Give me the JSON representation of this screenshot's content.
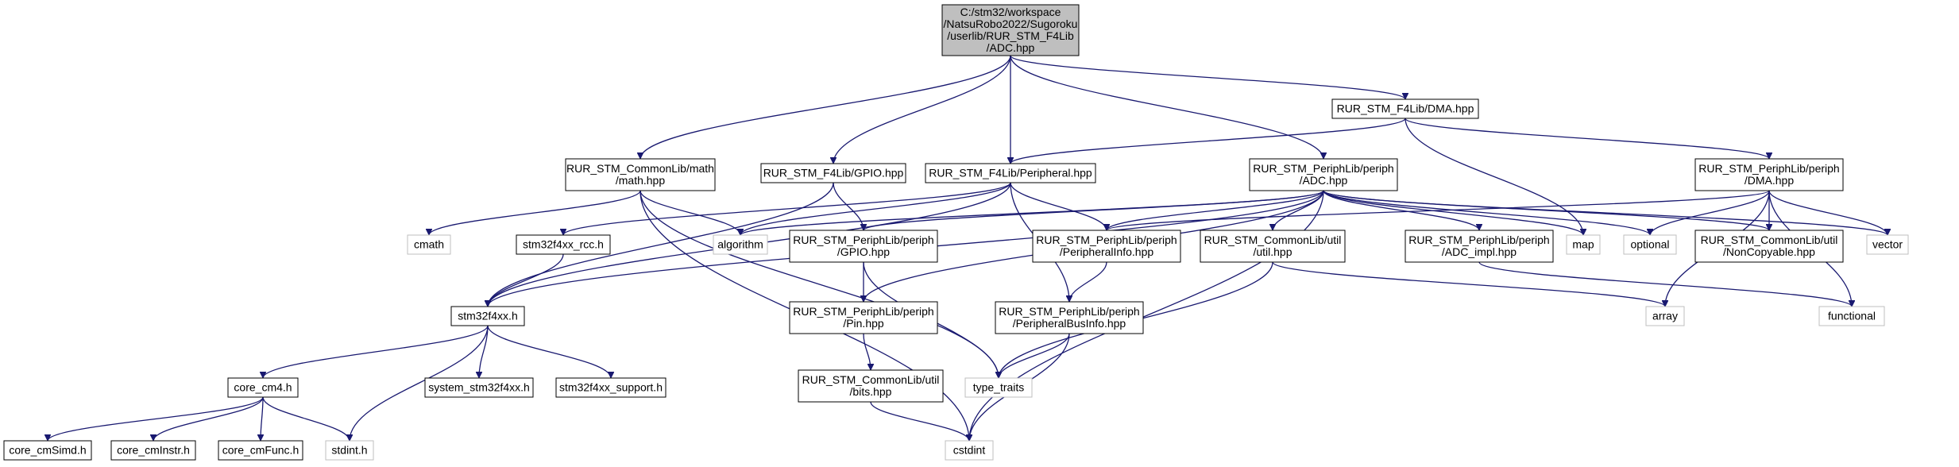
{
  "graph": {
    "title": "",
    "colors": {
      "edge": "#191970",
      "root_fill": "#bfbfbf",
      "box_border": "#000000",
      "external_border": "#bfbfbf",
      "text": "#000000"
    },
    "nodes": [
      {
        "id": "root",
        "lines": [
          "C:/stm32/workspace",
          "/NatsuRobo2022/Sugoroku",
          "/userlib/RUR_STM_F4Lib",
          "/ADC.hpp"
        ],
        "style": "root"
      },
      {
        "id": "dma_hpp",
        "lines": [
          "RUR_STM_F4Lib/DMA.hpp"
        ],
        "style": "box"
      },
      {
        "id": "math_hpp",
        "lines": [
          "RUR_STM_CommonLib/math",
          "/math.hpp"
        ],
        "style": "box"
      },
      {
        "id": "gpio_hpp",
        "lines": [
          "RUR_STM_F4Lib/GPIO.hpp"
        ],
        "style": "box"
      },
      {
        "id": "peripheral_hpp",
        "lines": [
          "RUR_STM_F4Lib/Peripheral.hpp"
        ],
        "style": "box"
      },
      {
        "id": "periph_adc_hpp",
        "lines": [
          "RUR_STM_PeriphLib/periph",
          "/ADC.hpp"
        ],
        "style": "box"
      },
      {
        "id": "periph_dma_hpp",
        "lines": [
          "RUR_STM_PeriphLib/periph",
          "/DMA.hpp"
        ],
        "style": "box"
      },
      {
        "id": "cmath",
        "lines": [
          "cmath"
        ],
        "style": "external"
      },
      {
        "id": "algorithm",
        "lines": [
          "algorithm"
        ],
        "style": "external"
      },
      {
        "id": "rcc_h",
        "lines": [
          "stm32f4xx_rcc.h"
        ],
        "style": "box"
      },
      {
        "id": "periph_gpio_hpp",
        "lines": [
          "RUR_STM_PeriphLib/periph",
          "/GPIO.hpp"
        ],
        "style": "box"
      },
      {
        "id": "periph_info_hpp",
        "lines": [
          "RUR_STM_PeriphLib/periph",
          "/PeripheralInfo.hpp"
        ],
        "style": "box"
      },
      {
        "id": "util_hpp",
        "lines": [
          "RUR_STM_CommonLib/util",
          "/util.hpp"
        ],
        "style": "box"
      },
      {
        "id": "adc_impl_hpp",
        "lines": [
          "RUR_STM_PeriphLib/periph",
          "/ADC_impl.hpp"
        ],
        "style": "box"
      },
      {
        "id": "map",
        "lines": [
          "map"
        ],
        "style": "external"
      },
      {
        "id": "optional",
        "lines": [
          "optional"
        ],
        "style": "external"
      },
      {
        "id": "noncopyable_hpp",
        "lines": [
          "RUR_STM_CommonLib/util",
          "/NonCopyable.hpp"
        ],
        "style": "box"
      },
      {
        "id": "vector",
        "lines": [
          "vector"
        ],
        "style": "external"
      },
      {
        "id": "stm32f4xx_h",
        "lines": [
          "stm32f4xx.h"
        ],
        "style": "box"
      },
      {
        "id": "pin_hpp",
        "lines": [
          "RUR_STM_PeriphLib/periph",
          "/Pin.hpp"
        ],
        "style": "box"
      },
      {
        "id": "periph_bus_info_hpp",
        "lines": [
          "RUR_STM_PeriphLib/periph",
          "/PeripheralBusInfo.hpp"
        ],
        "style": "box"
      },
      {
        "id": "array",
        "lines": [
          "array"
        ],
        "style": "external"
      },
      {
        "id": "functional",
        "lines": [
          "functional"
        ],
        "style": "external"
      },
      {
        "id": "core_cm4_h",
        "lines": [
          "core_cm4.h"
        ],
        "style": "box"
      },
      {
        "id": "system_h",
        "lines": [
          "system_stm32f4xx.h"
        ],
        "style": "box"
      },
      {
        "id": "support_h",
        "lines": [
          "stm32f4xx_support.h"
        ],
        "style": "box"
      },
      {
        "id": "bits_hpp",
        "lines": [
          "RUR_STM_CommonLib/util",
          "/bits.hpp"
        ],
        "style": "box"
      },
      {
        "id": "type_traits",
        "lines": [
          "type_traits"
        ],
        "style": "external"
      },
      {
        "id": "simd_h",
        "lines": [
          "core_cmSimd.h"
        ],
        "style": "box"
      },
      {
        "id": "instr_h",
        "lines": [
          "core_cmInstr.h"
        ],
        "style": "box"
      },
      {
        "id": "func_h",
        "lines": [
          "core_cmFunc.h"
        ],
        "style": "box"
      },
      {
        "id": "stdint_h",
        "lines": [
          "stdint.h"
        ],
        "style": "external"
      },
      {
        "id": "cstdint",
        "lines": [
          "cstdint"
        ],
        "style": "external"
      }
    ],
    "edges": [
      [
        "root",
        "dma_hpp"
      ],
      [
        "root",
        "math_hpp"
      ],
      [
        "root",
        "gpio_hpp"
      ],
      [
        "root",
        "peripheral_hpp"
      ],
      [
        "root",
        "periph_adc_hpp"
      ],
      [
        "dma_hpp",
        "peripheral_hpp"
      ],
      [
        "dma_hpp",
        "periph_dma_hpp"
      ],
      [
        "dma_hpp",
        "map"
      ],
      [
        "math_hpp",
        "cmath"
      ],
      [
        "math_hpp",
        "algorithm"
      ],
      [
        "math_hpp",
        "type_traits"
      ],
      [
        "math_hpp",
        "cstdint"
      ],
      [
        "gpio_hpp",
        "periph_gpio_hpp"
      ],
      [
        "gpio_hpp",
        "stm32f4xx_h"
      ],
      [
        "peripheral_hpp",
        "algorithm"
      ],
      [
        "peripheral_hpp",
        "rcc_h"
      ],
      [
        "peripheral_hpp",
        "stm32f4xx_h"
      ],
      [
        "peripheral_hpp",
        "periph_info_hpp"
      ],
      [
        "peripheral_hpp",
        "periph_bus_info_hpp"
      ],
      [
        "periph_adc_hpp",
        "stm32f4xx_h"
      ],
      [
        "periph_adc_hpp",
        "algorithm"
      ],
      [
        "periph_adc_hpp",
        "periph_gpio_hpp"
      ],
      [
        "periph_adc_hpp",
        "periph_info_hpp"
      ],
      [
        "periph_adc_hpp",
        "util_hpp"
      ],
      [
        "periph_adc_hpp",
        "adc_impl_hpp"
      ],
      [
        "periph_adc_hpp",
        "map"
      ],
      [
        "periph_adc_hpp",
        "optional"
      ],
      [
        "periph_adc_hpp",
        "noncopyable_hpp"
      ],
      [
        "periph_adc_hpp",
        "vector"
      ],
      [
        "periph_adc_hpp",
        "pin_hpp"
      ],
      [
        "periph_adc_hpp",
        "cstdint"
      ],
      [
        "periph_dma_hpp",
        "periph_info_hpp"
      ],
      [
        "periph_dma_hpp",
        "optional"
      ],
      [
        "periph_dma_hpp",
        "noncopyable_hpp"
      ],
      [
        "periph_dma_hpp",
        "vector"
      ],
      [
        "periph_dma_hpp",
        "array"
      ],
      [
        "periph_dma_hpp",
        "functional"
      ],
      [
        "rcc_h",
        "stm32f4xx_h"
      ],
      [
        "periph_gpio_hpp",
        "pin_hpp"
      ],
      [
        "periph_gpio_hpp",
        "type_traits"
      ],
      [
        "periph_info_hpp",
        "periph_bus_info_hpp"
      ],
      [
        "util_hpp",
        "array"
      ],
      [
        "util_hpp",
        "type_traits"
      ],
      [
        "adc_impl_hpp",
        "functional"
      ],
      [
        "stm32f4xx_h",
        "core_cm4_h"
      ],
      [
        "stm32f4xx_h",
        "system_h"
      ],
      [
        "stm32f4xx_h",
        "support_h"
      ],
      [
        "stm32f4xx_h",
        "stdint_h"
      ],
      [
        "pin_hpp",
        "bits_hpp"
      ],
      [
        "periph_bus_info_hpp",
        "type_traits"
      ],
      [
        "periph_bus_info_hpp",
        "cstdint"
      ],
      [
        "core_cm4_h",
        "simd_h"
      ],
      [
        "core_cm4_h",
        "instr_h"
      ],
      [
        "core_cm4_h",
        "func_h"
      ],
      [
        "core_cm4_h",
        "stdint_h"
      ],
      [
        "bits_hpp",
        "cstdint"
      ]
    ]
  }
}
